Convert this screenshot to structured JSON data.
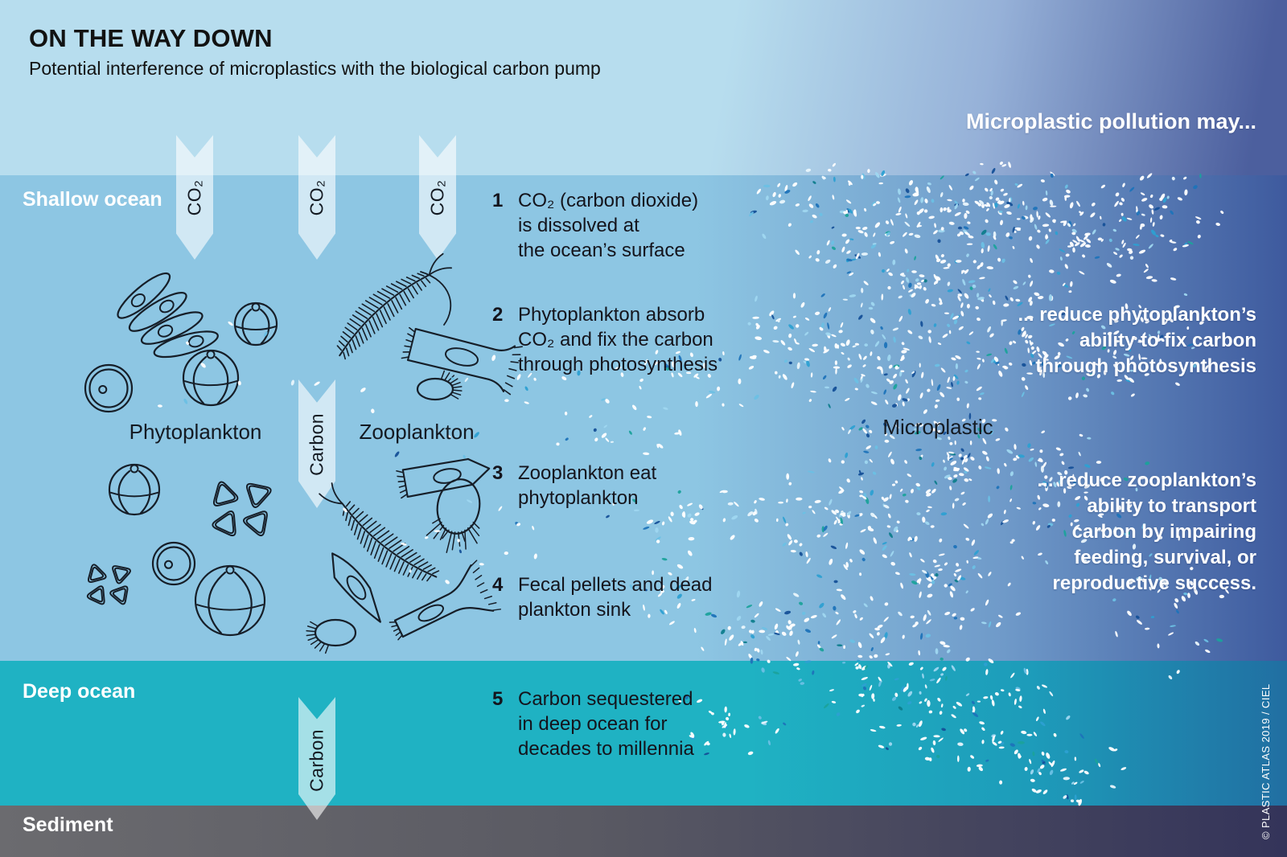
{
  "title": "ON THE WAY DOWN",
  "subtitle": "Potential interference of microplastics with the biological carbon pump",
  "headline_right": "Microplastic pollution may...",
  "zones": {
    "shallow": "Shallow ocean",
    "deep": "Deep ocean",
    "sediment": "Sediment"
  },
  "labels": {
    "phytoplankton": "Phytoplankton",
    "zooplankton": "Zooplankton",
    "microplastic": "Microplastic",
    "co2": "CO₂",
    "carbon": "Carbon"
  },
  "steps": [
    {
      "num": "1",
      "text": "CO₂ (carbon dioxide)\nis dissolved at\nthe ocean’s surface"
    },
    {
      "num": "2",
      "text": "Phytoplankton absorb\nCO₂ and fix the carbon\nthrough photosynthesis"
    },
    {
      "num": "3",
      "text": "Zooplankton eat\nphytoplankton"
    },
    {
      "num": "4",
      "text": "Fecal pellets and dead\nplankton sink"
    },
    {
      "num": "5",
      "text": "Carbon sequestered\nin deep ocean for\ndecades to millennia"
    }
  ],
  "effects": [
    {
      "text": "... reduce phytoplankton’s\nability to fix carbon\nthrough photosynthesis"
    },
    {
      "text": "... reduce zooplankton’s\nability to transport\ncarbon by impairing\nfeeding, survival, or\nreproductive success."
    }
  ],
  "credit": "© PLASTIC ATLAS 2019 / CIEL",
  "colors": {
    "sky": "#b7ddee",
    "shallow_ocean": "#8dc6e3",
    "deep_ocean": "#1fb2c3",
    "sediment": "#68686d",
    "right_gradient_blue": "#41589e",
    "deep_right": "#216fa2",
    "sediment_right": "#34345a",
    "arrow_fill": "rgba(255,255,255,0.60)",
    "ink": "#161e28",
    "text_white": "#ffffff",
    "particle_palette": [
      {
        "c": "#ffffff",
        "w": 62
      },
      {
        "c": "#e9f6fc",
        "w": 6
      },
      {
        "c": "#9fd7f0",
        "w": 8
      },
      {
        "c": "#6cc0e4",
        "w": 6
      },
      {
        "c": "#2da0d2",
        "w": 5
      },
      {
        "c": "#1d73b9",
        "w": 5
      },
      {
        "c": "#155098",
        "w": 4
      },
      {
        "c": "#1ba29b",
        "w": 3
      },
      {
        "c": "#0e7d8c",
        "w": 1
      }
    ]
  }
}
